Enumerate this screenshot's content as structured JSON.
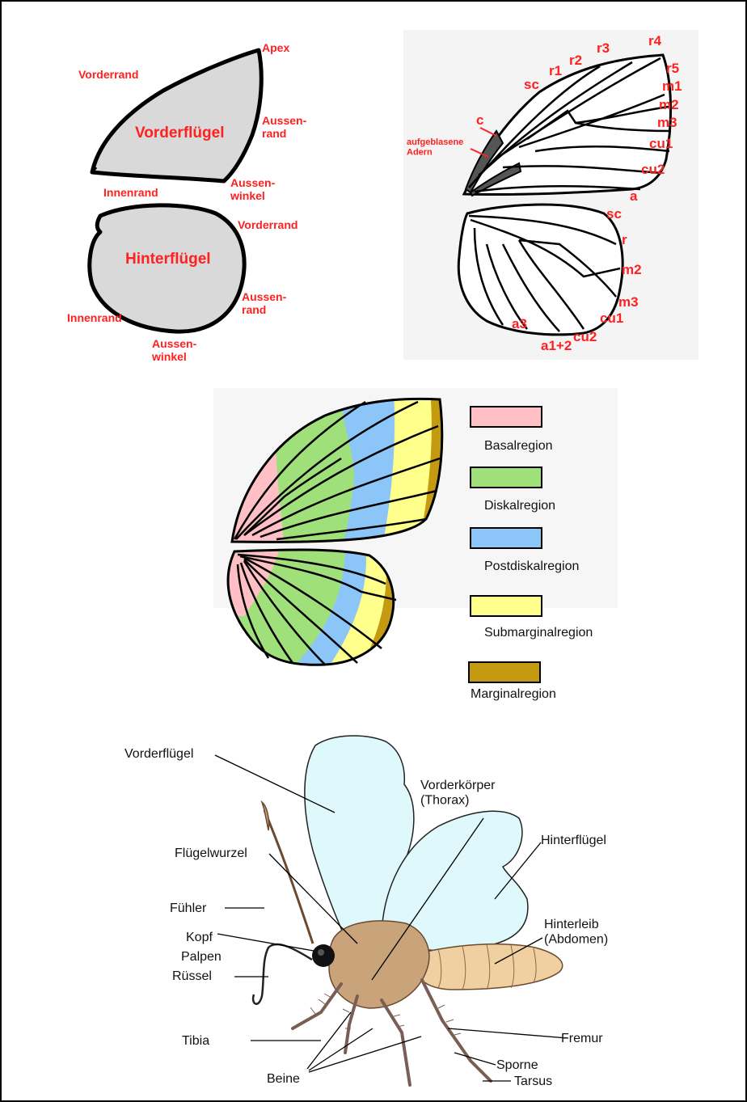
{
  "panel_a": {
    "forewing": {
      "name": "Vorderflügel",
      "labels": {
        "apex": "Apex",
        "costa": "Vorderrand",
        "termen": "Aussen-\nrand",
        "inner_margin": "Innenrand",
        "tornus": "Aussen-\nwinkel"
      }
    },
    "hindwing": {
      "name": "Hinterflügel",
      "labels": {
        "costa": "Vorderrand",
        "termen": "Aussen-\nrand",
        "inner_margin": "Innenrand",
        "tornus": "Aussen-\nwinkel"
      }
    },
    "fill_color": "#d9d9d9"
  },
  "panel_b": {
    "veins_forewing": [
      "r4",
      "r3",
      "r2",
      "r1",
      "sc",
      "r5",
      "m1",
      "m2",
      "m3",
      "cu1",
      "cu2",
      "a",
      "c"
    ],
    "inflated_veins": "aufgeblasene\nAdern",
    "veins_hindwing": [
      "sc",
      "r",
      "m2",
      "m3",
      "cu1",
      "cu2",
      "a1+2",
      "a3"
    ],
    "highlight_color": "#555555"
  },
  "panel_c": {
    "regions": [
      {
        "name": "Basalregion",
        "color": "#ffbfc5"
      },
      {
        "name": "Diskalregion",
        "color": "#a0e07a"
      },
      {
        "name": "Postdiskalregion",
        "color": "#8cc6f8"
      },
      {
        "name": "Submarginalregion",
        "color": "#ffff8c"
      },
      {
        "name": "Marginalregion",
        "color": "#c49a10"
      }
    ]
  },
  "panel_d": {
    "labels": {
      "forewing": "Vorderflügel",
      "wing_base": "Flügelwurzel",
      "antenna": "Fühler",
      "head": "Kopf",
      "palps": "Palpen",
      "proboscis": "Rüssel",
      "tibia": "Tibia",
      "legs": "Beine",
      "thorax": "Vorderkörper\n(Thorax)",
      "hindwing": "Hinterflügel",
      "abdomen": "Hinterleib\n(Abdomen)",
      "femur": "Fremur",
      "spurs": "Sporne",
      "tarsus": "Tarsus"
    },
    "wing_color": "#dff8fc",
    "body_color": "#c9a37a",
    "abdomen_color": "#f0cfa0"
  }
}
